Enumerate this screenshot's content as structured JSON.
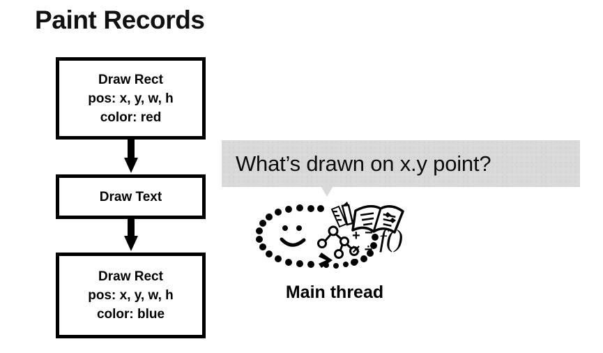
{
  "slide": {
    "title": "Paint Records",
    "background_color": "#ffffff",
    "ink_color": "#000000"
  },
  "paint_records": {
    "boxes": [
      {
        "id": "record-box-1",
        "lines": [
          "Draw Rect",
          "pos: x, y, w, h",
          "color: red"
        ],
        "op": "Draw Rect",
        "pos": "x, y, w, h",
        "color": "red"
      },
      {
        "id": "record-box-2",
        "lines": [
          "Draw Text"
        ],
        "op": "Draw Text"
      },
      {
        "id": "record-box-3",
        "lines": [
          "Draw Rect",
          "pos: x, y, w, h",
          "color: blue"
        ],
        "op": "Draw Rect",
        "pos": "x, y, w, h",
        "color": "blue"
      }
    ],
    "arrow_icon_name": "down-arrow-icon"
  },
  "speech_bubble": {
    "text": "What’s drawn on x.y point?",
    "background_color": "#d9d9d9",
    "text_color": "#0b0b0b",
    "tail_direction": "down"
  },
  "main_thread": {
    "label": "Main thread",
    "illustration_name": "thinking-thread-illustration",
    "icons": [
      "smiley-face-icon",
      "chevron-right-icon",
      "ruler-icon",
      "pencil-icon",
      "open-book-icon",
      "node-graph-icon",
      "math-operators-icon",
      "function-f-icon"
    ],
    "math_operators": [
      "+",
      "−",
      "×",
      "÷"
    ],
    "function_glyph": "f()"
  }
}
